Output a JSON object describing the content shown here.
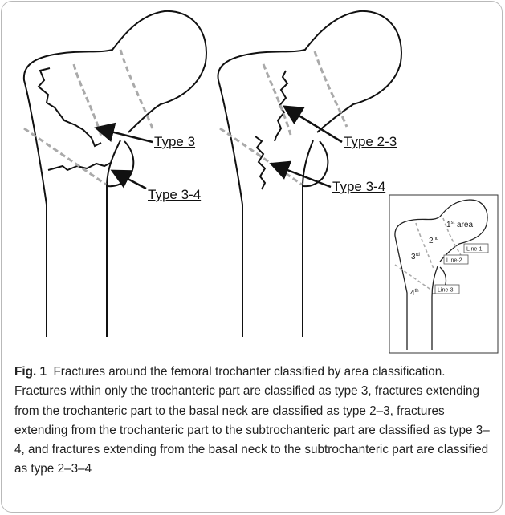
{
  "figure": {
    "left_labels": {
      "upper": "Type 3",
      "lower": "Type 3-4"
    },
    "right_labels": {
      "upper": "Type 2-3",
      "lower": "Type 3-4"
    },
    "inset": {
      "area1": "1",
      "area1_sup": "st",
      "area1_word": " area",
      "area2": "2",
      "area2_sup": "nd",
      "area3": "3",
      "area3_sup": "rd",
      "area4": "4",
      "area4_sup": "th",
      "line1": "Line-1",
      "line2": "Line-2",
      "line3": "Line-3"
    }
  },
  "caption": {
    "label": "Fig. 1",
    "text": "Fractures around the femoral trochanter classified by area classification. Fractures within only the trochanteric part are classified as type 3, fractures extending from the trochanteric part to the basal neck are classified as type 2–3, fractures extending from the trochanteric part to the subtrochanteric part are classified as type 3–4, and fractures extending from the basal neck to the subtrochanteric part are classified as type 2–3–4"
  }
}
